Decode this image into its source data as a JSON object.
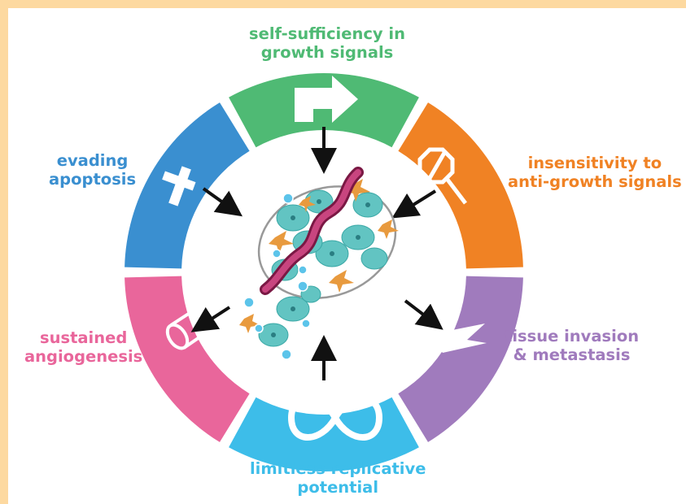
{
  "colors": {
    "background": "#fdd9a0",
    "self_sufficiency": "#4fba74",
    "insensitivity": "#f08224",
    "invasion": "#a07bbd",
    "replicative": "#3dbde9",
    "angiogenesis": "#e9669b",
    "apoptosis": "#3a8fd0"
  },
  "labels": {
    "self_sufficiency": [
      "self-sufficiency in",
      "growth signals"
    ],
    "insensitivity": [
      "insensitivity to",
      "anti-growth signals"
    ],
    "invasion": [
      "tissue invasion",
      "& metastasis"
    ],
    "replicative": [
      "limitless replicative",
      "potential"
    ],
    "angiogenesis": [
      "sustained",
      "angiogenesis"
    ],
    "apoptosis": [
      "evading",
      "apoptosis"
    ]
  },
  "icons": {
    "self_sufficiency": "bent-arrow-icon",
    "insensitivity": "prohibition-sign-icon",
    "invasion": "spikes-icon",
    "replicative": "infinity-icon",
    "angiogenesis": "vessel-tube-icon",
    "apoptosis": "cross-icon"
  }
}
